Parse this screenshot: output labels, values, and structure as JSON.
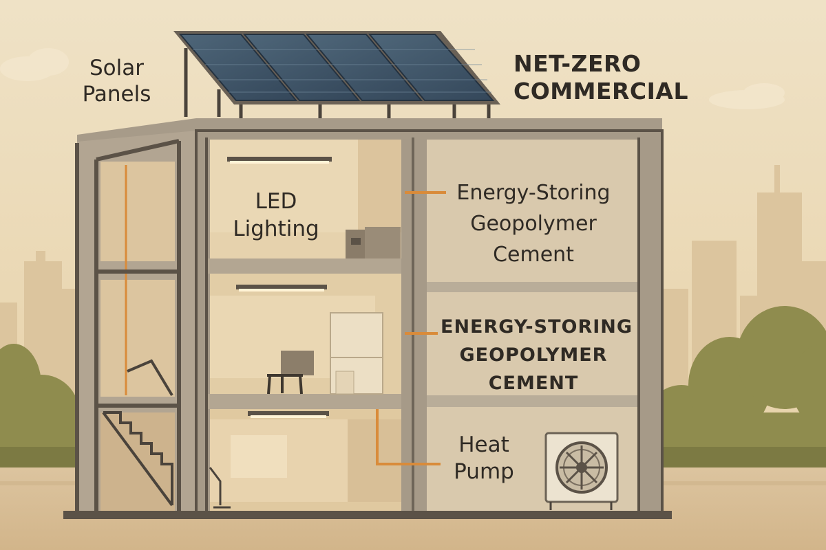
{
  "title": [
    "NET-ZERO",
    "COMMERCIAL"
  ],
  "labels": {
    "solar_panels": [
      "Solar",
      "Panels"
    ],
    "led_lighting": [
      "LED",
      "Lighting"
    ],
    "cement_upper": [
      "Energy-Storing",
      "Geopolymer",
      "Cement"
    ],
    "cement_lower": [
      "ENERGY-STORING",
      "GEOPOLYMER",
      "CEMENT"
    ],
    "heat_pump": [
      "Heat",
      "Pump"
    ]
  },
  "colors": {
    "sky": "#efe0c4",
    "ground": "#d8c19c",
    "building_frame": "#a69a88",
    "building_dark": "#5b5247",
    "interior": "#e8d6b6",
    "wall_panel": "#d6c6aa",
    "solar_panel": "#3f5568",
    "trees": "#8f8c4e",
    "accent_orange": "#d98b3a",
    "text": "#2f2a24"
  },
  "icons": [
    "solar-panel-icon",
    "led-light-fixture-icon",
    "heat-pump-unit-icon",
    "fan-icon",
    "chair-icon",
    "refrigerator-icon",
    "staircase-icon"
  ]
}
